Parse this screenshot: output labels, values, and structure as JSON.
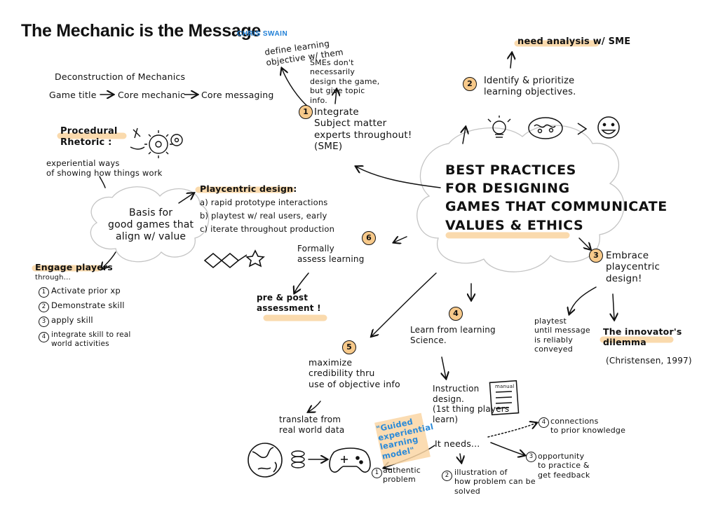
{
  "title": "The Mechanic is the Message",
  "author": "CHRIS SWAIN",
  "center": "BEST PRACTICES\nFOR DESIGNING\nGAMES THAT COMMUNICATE\nVALUES & ETHICS",
  "deconstruction": {
    "heading": "Deconstruction of Mechanics",
    "flow": [
      "Game title",
      "Core mechanic",
      "Core messaging"
    ]
  },
  "procedural": {
    "label": "Procedural\nRhetoric :",
    "desc": "experiential ways\nof showing how things work"
  },
  "basis": "Basis for\ngood games that\nalign w/ value",
  "playcentric": {
    "label": "Playcentric design:",
    "items": [
      "a) rapid prototype interactions",
      "b) playtest w/ real users, early",
      "c) iterate throughout production"
    ]
  },
  "engage": {
    "label": "Engage players",
    "sub": "through...",
    "steps": [
      "Activate prior xp",
      "Demonstrate skill",
      "apply skill",
      "integrate skill to real\nworld activities"
    ]
  },
  "p1": {
    "num": "1",
    "text": "Integrate\nSubject matter\nexperts throughout!\n(SME)",
    "define": "define learning\nobjective w/ them",
    "smes": "SMEs don't\nnecessarily\ndesign the game,\nbut give topic\ninfo."
  },
  "p2": {
    "num": "2",
    "text": "Identify & prioritize\nlearning objectives.",
    "need": "need analysis w/ SME"
  },
  "p3": {
    "num": "3",
    "text": "Embrace\nplaycentric\ndesign!",
    "playtest": "playtest\nuntil message\nis reliably\nconveyed",
    "innovator": "The innovator's\ndilemma",
    "citation": "(Christensen, 1997)"
  },
  "p4": {
    "num": "4",
    "text": "Learn from learning\nScience.",
    "instruction": "Instruction\ndesign.\n(1st thing players\nlearn)",
    "manual": "manual",
    "needs": "It needs...",
    "guided": "\"Guided\nexperiential\nlearning\nmodel\"",
    "n1_num": "1",
    "n1": "authentic\nproblem",
    "n2_num": "2",
    "n2": "illustration of\nhow problem can be\nsolved",
    "n3_num": "3",
    "n3": "opportunity\nto practice &\nget feedback",
    "n4_num": "4",
    "n4": "connections\nto prior knowledge"
  },
  "p5": {
    "num": "5",
    "text": "maximize\ncredibility thru\nuse of objective info",
    "translate": "translate from\nreal world data"
  },
  "p6": {
    "num": "6",
    "text": "Formally\nassess learning",
    "prepost": "pre & post\nassessment !"
  },
  "colors": {
    "highlight": "#fad6a5",
    "number_fill": "#f7c98a",
    "author_blue": "#1f7fd6",
    "guided_blue": "#2b8ad8"
  },
  "icons": [
    "lightbulb-icon",
    "brain-icon",
    "smiley-icon",
    "gears-icon",
    "manual-icon",
    "globe-icon",
    "coins-icon",
    "gamepad-icon",
    "infinity-loop-icon"
  ]
}
